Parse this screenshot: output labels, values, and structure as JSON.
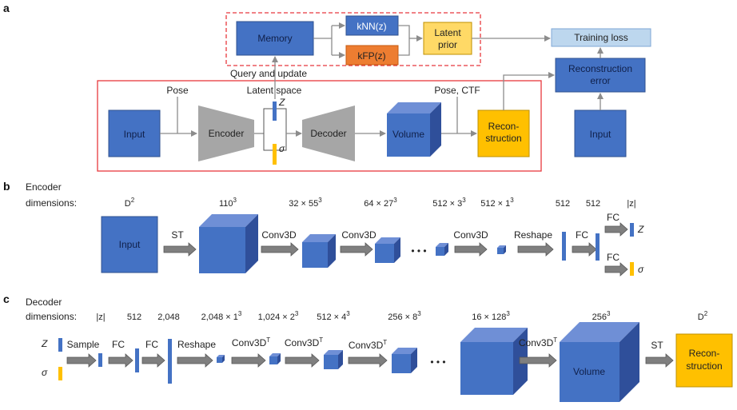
{
  "panel_a": {
    "letter": "a",
    "memory": "Memory",
    "knn": "kNN(z)",
    "kfp": "kFP(z)",
    "latent_prior_1": "Latent",
    "latent_prior_2": "prior",
    "training_loss": "Training loss",
    "recon_error_1": "Reconstruction",
    "recon_error_2": "error",
    "query_update": "Query and update",
    "latent_space": "Latent space",
    "pose": "Pose",
    "pose_ctf": "Pose, CTF",
    "input": "Input",
    "encoder": "Encoder",
    "z": "Z",
    "sigma": "σ",
    "decoder": "Decoder",
    "volume": "Volume",
    "recon_1": "Recon-",
    "recon_2": "struction",
    "input2": "Input"
  },
  "panel_b": {
    "letter": "b",
    "title_1": "Encoder",
    "title_2": "dimensions:",
    "dims": [
      "D",
      "110",
      "32 × 55",
      "64 × 27",
      "512 × 3",
      "512 × 1",
      "512",
      "512",
      "|z|"
    ],
    "dim_sups": [
      "2",
      "3",
      "3",
      "3",
      "3",
      "3",
      "",
      "",
      ""
    ],
    "input": "Input",
    "ops": [
      "ST",
      "Conv3D",
      "Conv3D",
      "Conv3D",
      "Reshape",
      "FC",
      "FC",
      "FC"
    ],
    "ellipsis": "• • •",
    "z": "Z",
    "sigma": "σ"
  },
  "panel_c": {
    "letter": "c",
    "title_1": "Decoder",
    "title_2": "dimensions:",
    "dims": [
      "|z|",
      "512",
      "2,048",
      "2,048 × 1",
      "1,024 × 2",
      "512 × 4",
      "256 × 8",
      "16 × 128",
      "256",
      "D"
    ],
    "dim_sups": [
      "",
      "",
      "",
      "3",
      "3",
      "3",
      "3",
      "3",
      "3",
      "2"
    ],
    "z": "Z",
    "sigma": "σ",
    "ops": [
      "Sample",
      "FC",
      "FC",
      "Reshape",
      "Conv3D",
      "Conv3D",
      "Conv3D",
      "Conv3D",
      "ST"
    ],
    "op_sups": [
      "",
      "",
      "",
      "",
      "T",
      "T",
      "T",
      "T",
      ""
    ],
    "ellipsis": "• • •",
    "volume": "Volume",
    "recon_1": "Recon-",
    "recon_2": "struction"
  },
  "colors": {
    "blue": "#4472c4",
    "blue_dark": "#2f528f",
    "orange": "#ed7d31",
    "yellow": "#ffc000",
    "light_yellow": "#ffd966",
    "light_blue": "#bdd7ee",
    "gray": "#a6a6a6",
    "red": "#e8383d"
  }
}
